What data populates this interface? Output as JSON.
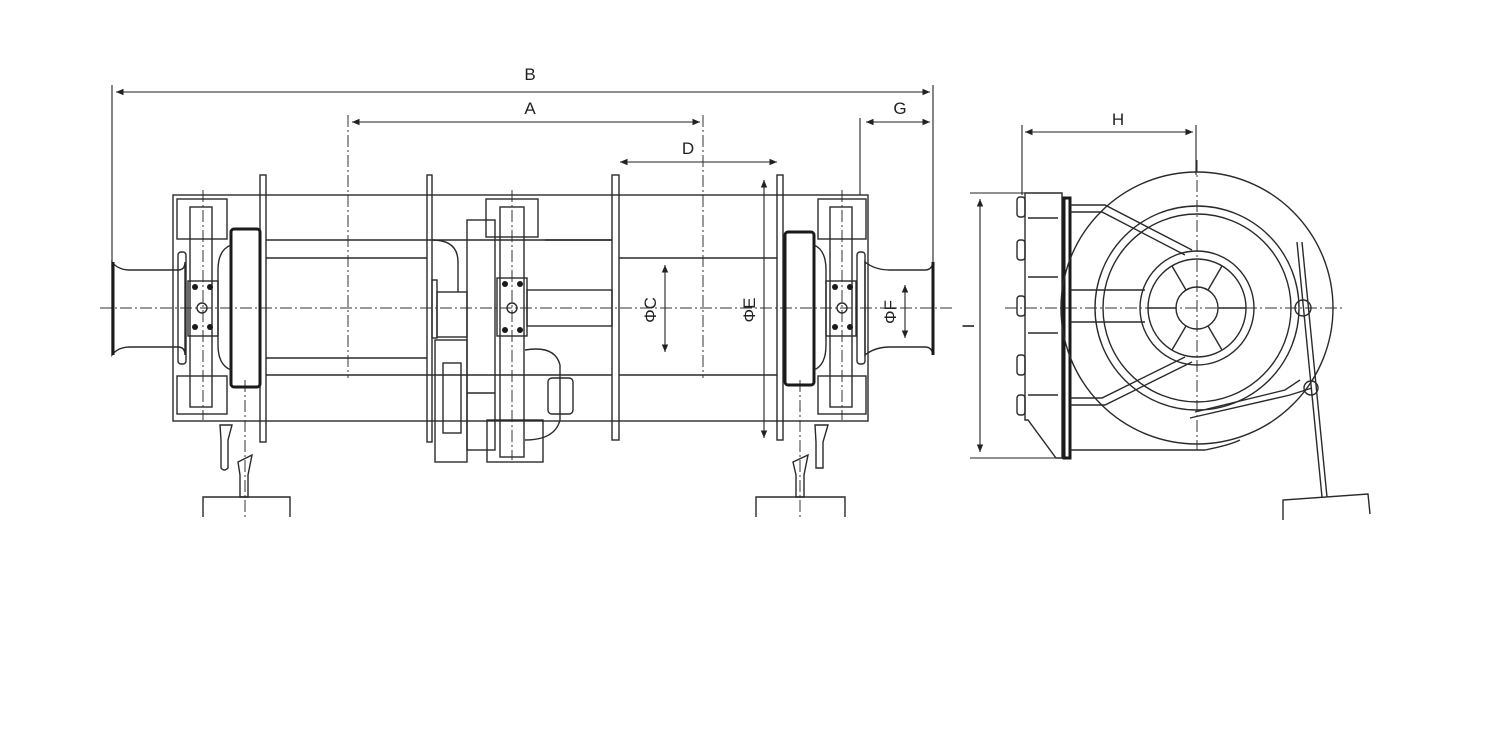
{
  "drawing": {
    "dimensions": {
      "B": "B",
      "A": "A",
      "D": "D",
      "G": "G",
      "H": "H",
      "I": "I",
      "C": "ΦC",
      "E": "ΦE",
      "F": "ΦF"
    },
    "colors": {
      "line": "#2a2a2a",
      "background": "#ffffff"
    }
  }
}
